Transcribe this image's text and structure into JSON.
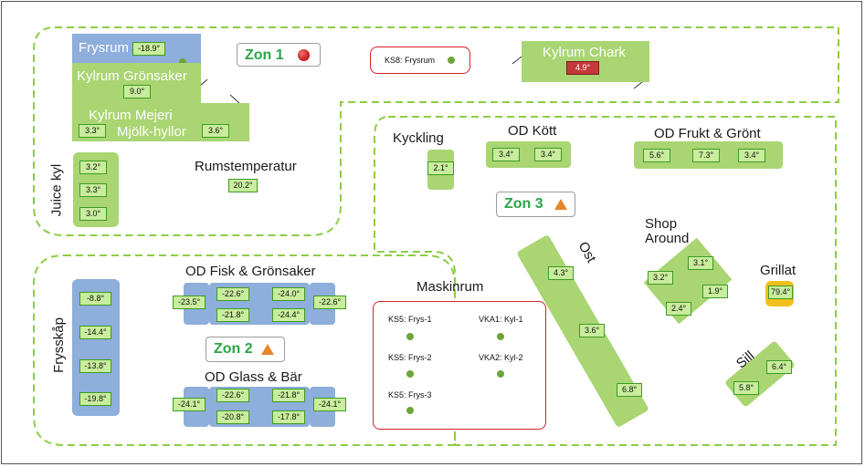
{
  "zones": {
    "zon1": {
      "label": "Zon 1",
      "status": "red-circle-icon"
    },
    "zon2": {
      "label": "Zon 2",
      "status": "warning-triangle-icon"
    },
    "zon3": {
      "label": "Zon 3",
      "status": "warning-triangle-icon"
    }
  },
  "frysrum": {
    "label": "Frysrum",
    "temp": "-18.9°"
  },
  "kylrum_gronsaker": {
    "label": "Kylrum Grönsaker",
    "temp": "9.0°"
  },
  "kylrum_mejeri": {
    "label": "Kylrum Mejeri",
    "temp": "3.3°"
  },
  "mjolk_hyllor": {
    "label": "Mjölk-hyllor",
    "temp": "3.6°"
  },
  "juice_kyl": {
    "label": "Juice kyl",
    "temps": [
      "3.2°",
      "3.3°",
      "3.0°"
    ]
  },
  "rumstemperatur": {
    "label": "Rumstemperatur",
    "temp": "20.2°"
  },
  "ks8": {
    "label": "KS8: Frysrum"
  },
  "kylrum_chark": {
    "label": "Kylrum Chark",
    "temp": "4.9°"
  },
  "kyckling": {
    "label": "Kyckling",
    "temp": "2.1°"
  },
  "od_kott": {
    "label": "OD Kött",
    "temps": [
      "3.4°",
      "3.4°"
    ]
  },
  "od_frukt": {
    "label": "OD Frukt & Grönt",
    "temps": [
      "5.6°",
      "7.3°",
      "3.4°"
    ]
  },
  "shop_around": {
    "label_1": "Shop",
    "label_2": "Around",
    "temps": [
      "3.2°",
      "3.1°",
      "1.9°",
      "2.4°"
    ]
  },
  "grillat": {
    "label": "Grillat",
    "temp": "79.4°"
  },
  "ost": {
    "label": "Ost",
    "temps": [
      "4.3°",
      "3.6°",
      "6.8°"
    ]
  },
  "sill": {
    "label": "Sill",
    "temps": [
      "6.4°",
      "5.8°"
    ]
  },
  "frysskap": {
    "label": "Frysskåp",
    "temps": [
      "-8.8°",
      "-14.4°",
      "-13.8°",
      "-19.8°"
    ]
  },
  "od_fisk": {
    "label": "OD Fisk & Grönsaker",
    "temps": [
      "-23.5°",
      "-22.6°",
      "-24.0°",
      "-22.6°",
      "-21.8°",
      "-24.4°"
    ]
  },
  "od_glass": {
    "label": "OD Glass & Bär",
    "temps": [
      "-24.1°",
      "-22.6°",
      "-21.8°",
      "-24.1°",
      "-20.8°",
      "-17.8°"
    ]
  },
  "maskinrum": {
    "label": "Maskinrum",
    "units": [
      "KS5: Frys-1",
      "KS5: Frys-2",
      "KS5: Frys-3",
      "VKA1: Kyl-1",
      "VKA2: Kyl-2"
    ]
  },
  "colors": {
    "fixture": "#a9d572",
    "freezer": "#8eaedb",
    "zone_line": "#8ccd44",
    "alarm": "#c43a3a"
  }
}
